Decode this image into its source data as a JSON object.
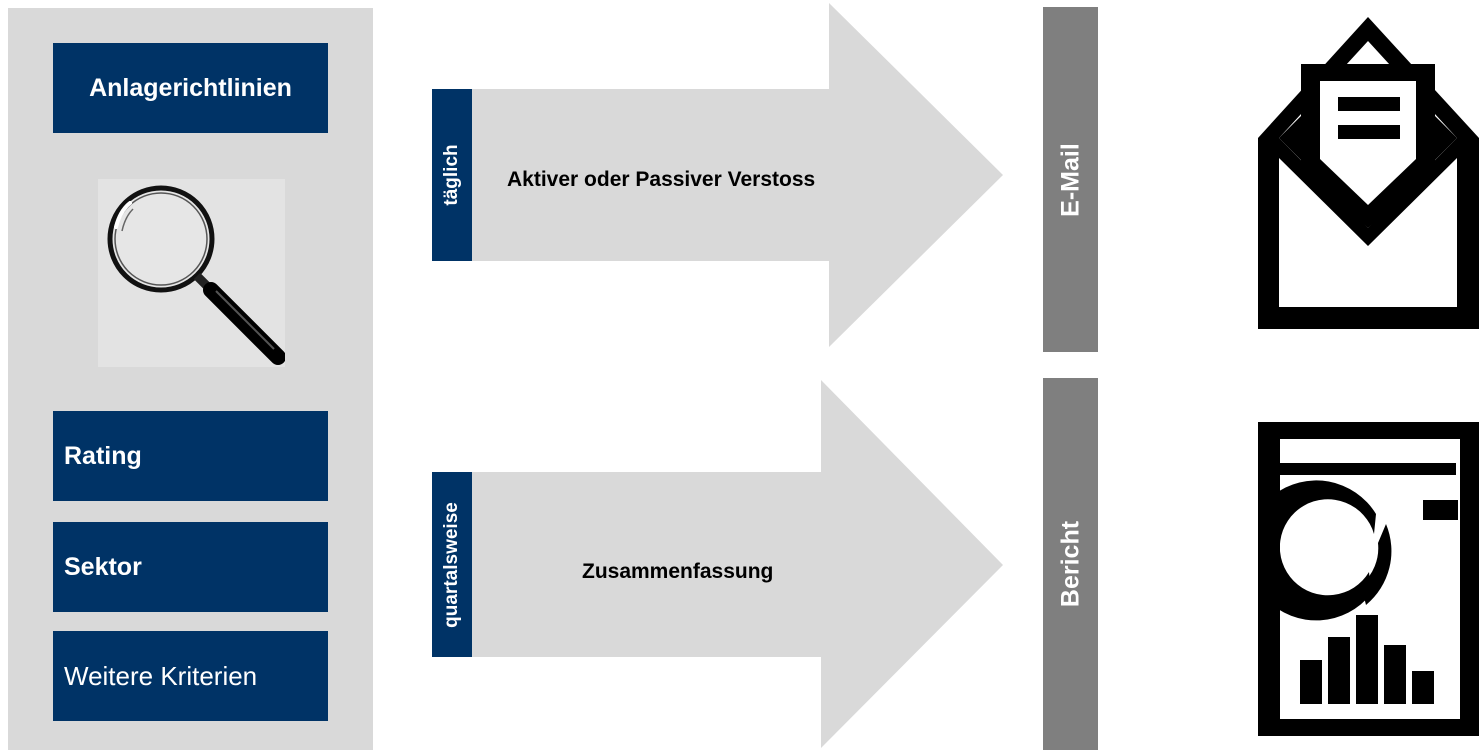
{
  "criteria_panel": {
    "title": "Anlagerichtlinien",
    "items": [
      {
        "label": "Rating",
        "bold": true
      },
      {
        "label": "Sektor",
        "bold": true
      },
      {
        "label": "Weitere Kriterien",
        "bold": false
      }
    ],
    "icon": "magnifier-icon"
  },
  "flows": [
    {
      "frequency": "täglich",
      "label": "Aktiver oder Passiver  Verstoss",
      "output": "E-Mail",
      "output_icon": "envelope-icon"
    },
    {
      "frequency": "quartalsweise",
      "label": "Zusammenfassung",
      "output": "Bericht",
      "output_icon": "report-chart-icon"
    }
  ],
  "colors": {
    "navy": "#003366",
    "panel_gray": "#d9d9d9",
    "arrow_gray": "#d9d9d9",
    "output_gray": "#7f7f7f"
  }
}
